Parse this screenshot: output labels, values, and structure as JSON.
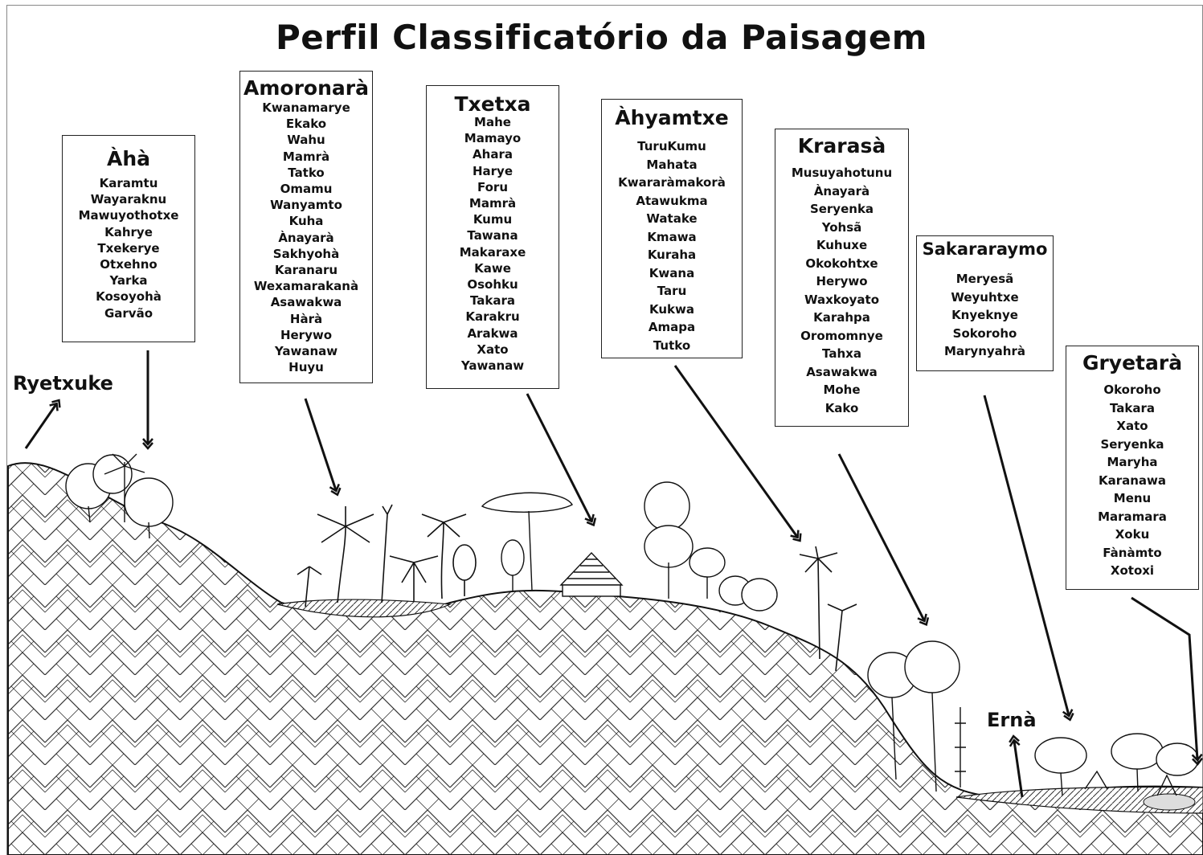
{
  "title": "Perfil Classificatório da Paisagem",
  "zones": {
    "aha": {
      "name": "Àhà",
      "items": [
        "Karamtu",
        "Wayaraknu",
        "Mawuyothotxe",
        "Kahrye",
        "Txekerye",
        "Otxehno",
        "Yarka",
        "Kosoyohà",
        "Garvão"
      ]
    },
    "amoronara": {
      "name": "Amoronarà",
      "items": [
        "Kwanamarye",
        "Ekako",
        "Wahu",
        "Mamrà",
        "Tatko",
        "Omamu",
        "Wanyamto",
        "Kuha",
        "Ànayarà",
        "Sakhyohà",
        "Karanaru",
        "Wexamarakanà",
        "Asawakwa",
        "Hàrà",
        "Herywo",
        "Yawanaw",
        "Huyu"
      ]
    },
    "txetxa": {
      "name": "Txetxa",
      "items": [
        "Mahe",
        "Mamayo",
        "Ahara",
        "Harye",
        "Foru",
        "Mamrà",
        "Kumu",
        "Tawana",
        "Makaraxe",
        "Kawe",
        "Osohku",
        "Takara",
        "Karakru",
        "Arakwa",
        "Xato",
        "Yawanaw"
      ]
    },
    "ahyamtxe": {
      "name": "Àhyamtxe",
      "items": [
        "TuruKumu",
        "Mahata",
        "Kwararàmakorà",
        "Atawukma",
        "Watake",
        "Kmawa",
        "Kuraha",
        "Kwana",
        "Taru",
        "Kukwa",
        "Amapa",
        "Tutko"
      ]
    },
    "krarasa": {
      "name": "Krarasà",
      "items": [
        "Musuyahotunu",
        "Ànayarà",
        "Seryenka",
        "Yohsã",
        "Kuhuxe",
        "Okokohtxe",
        "Herywo",
        "Waxkoyato",
        "Karahpa",
        "Oromomnye",
        "Tahxa",
        "Asawakwa",
        "Mohe",
        "Kako"
      ]
    },
    "sakararaymo": {
      "name": "Sakararaymo",
      "items": [
        "Meryesã",
        "Weyuhtxe",
        "Knyeknye",
        "Sokoroho",
        "Marynyahrà"
      ]
    },
    "gryetara": {
      "name": "Gryetarà",
      "items": [
        "Okoroho",
        "Takara",
        "Xato",
        "Seryenka",
        "Maryha",
        "Karanawa",
        "Menu",
        "Maramara",
        "Xoku",
        "Fànàmto",
        "Xotoxi"
      ]
    }
  },
  "labels": {
    "ryetxuke": "Ryetxuke",
    "erna": "Ernà"
  },
  "colors": {
    "ink": "#111111",
    "ground": "#ffffff",
    "hatch": "#333333"
  }
}
